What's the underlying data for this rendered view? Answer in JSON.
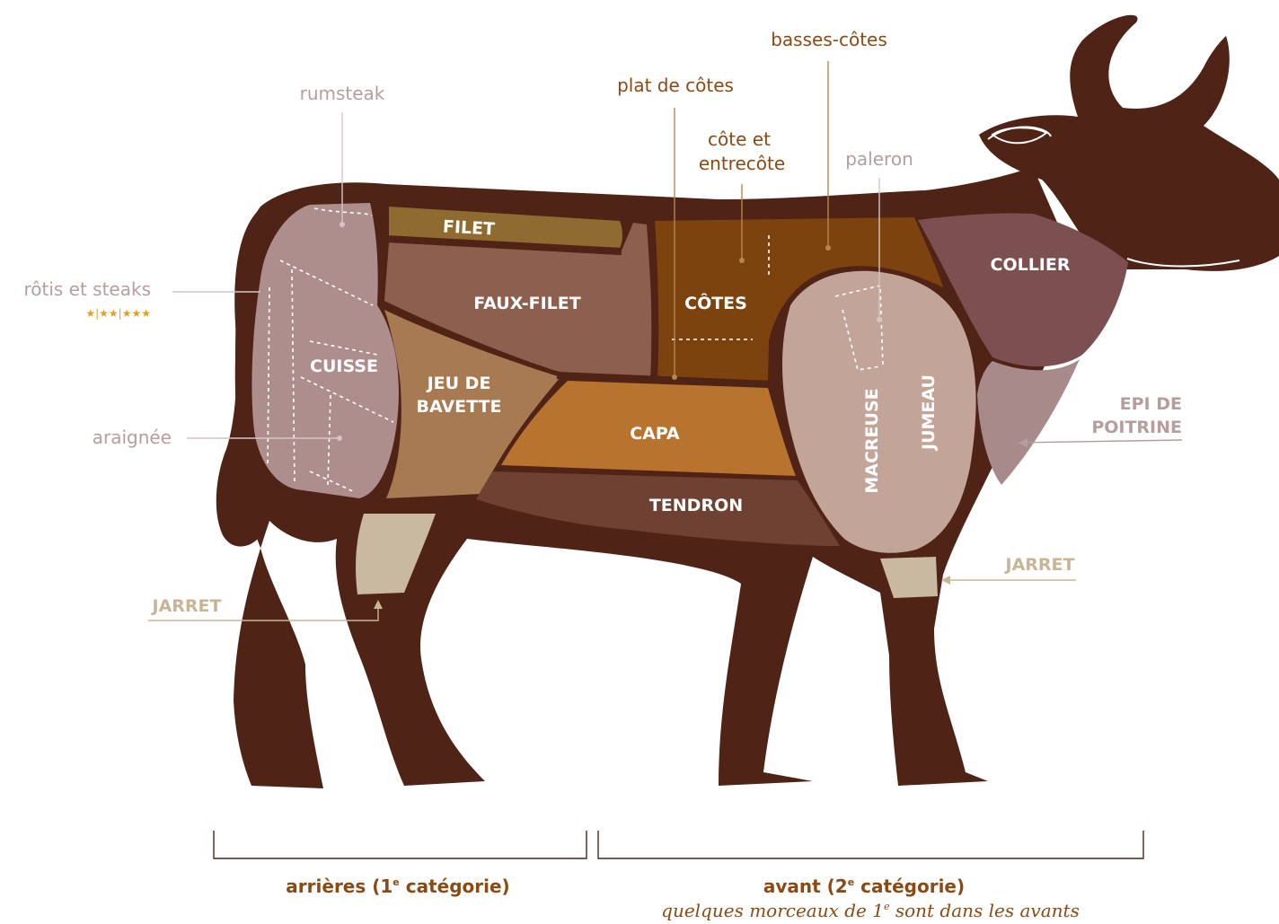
{
  "colors": {
    "outline": "#4f2416",
    "filet": "#8f6a31",
    "faux_filet": "#8d5f4f",
    "cotes": "#7d430e",
    "capa": "#b8732f",
    "jeu_de_bavette": "#a87a52",
    "tendron": "#6e4132",
    "cuisse": "#ae8d8d",
    "collier": "#7c5050",
    "epi_de_poitrine": "#a88a8b",
    "macreuse": "#c2a598",
    "jarret": "#c9b9a0",
    "label_muted": "#b69d9e",
    "label_brown": "#8a4a14",
    "label_jarret": "#c7b596",
    "star": "#e0a020"
  },
  "cuts": {
    "filet": "FILET",
    "faux_filet": "FAUX-FILET",
    "cotes": "CÔTES",
    "jeu_de_bavette_1": "JEU DE",
    "jeu_de_bavette_2": "BAVETTE",
    "capa": "CAPA",
    "tendron": "TENDRON",
    "cuisse": "CUISSE",
    "collier": "COLLIER",
    "macreuse": "MACREUSE",
    "jumeau": "JUMEAU"
  },
  "callouts": {
    "rumsteak": "rumsteak",
    "rotis_et_steaks": "rôtis et steaks",
    "stars": "★|★★|★★★",
    "araignee": "araignée",
    "plat_de_cotes": "plat de côtes",
    "basses_cotes": "basses-côtes",
    "cote_et_entrecote_1": "côte et",
    "cote_et_entrecote_2": "entrecôte",
    "paleron": "paleron",
    "epi_de_poitrine_1": "EPI DE",
    "epi_de_poitrine_2": "POITRINE",
    "jarret_rear": "JARRET",
    "jarret_front": "JARRET"
  },
  "categories": {
    "rear": "arrières (1",
    "rear_sup": "e",
    "rear_end": " catégorie)",
    "front": "avant (2",
    "front_sup": "e",
    "front_end": " catégorie)",
    "front_note_a": "quelques morceaux de 1",
    "front_note_sup": "e",
    "front_note_b": " sont dans les avants"
  }
}
